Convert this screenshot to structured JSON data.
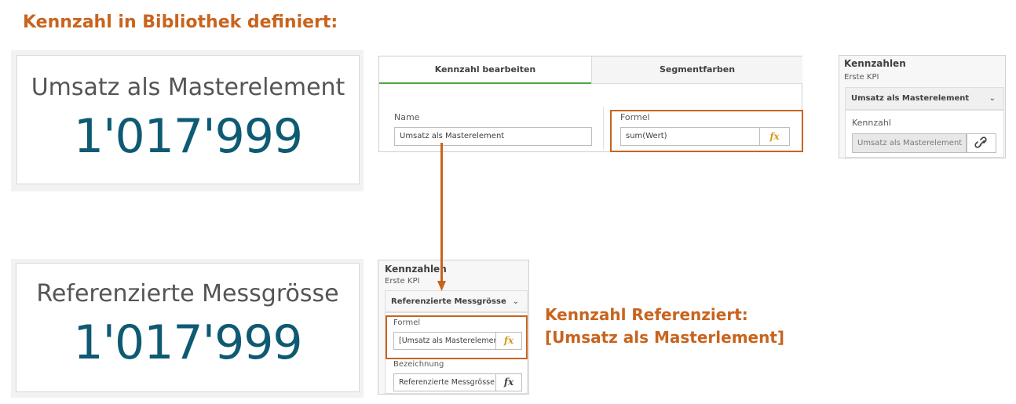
{
  "header": {
    "title": "Kennzahl in Bibliothek definiert:"
  },
  "kpi_master": {
    "title": "Umsatz als Masterelement",
    "value": "1'017'999"
  },
  "kpi_ref": {
    "title": "Referenzierte Messgrösse",
    "value": "1'017'999"
  },
  "editor": {
    "tabs": [
      {
        "label": "Kennzahl bearbeiten"
      },
      {
        "label": "Segmentfarben"
      }
    ],
    "name_label": "Name",
    "name_value": "Umsatz als Masterelement",
    "formula_label": "Formel",
    "formula_value": "sum(Wert)",
    "fx": "fx"
  },
  "props_master": {
    "title": "Kennzahlen",
    "subtitle": "Erste KPI",
    "item_label": "Umsatz als Masterelement",
    "kennzahl_label": "Kennzahl",
    "kennzahl_value": "Umsatz als Masterelement"
  },
  "props_ref": {
    "title": "Kennzahlen",
    "subtitle": "Erste KPI",
    "item_label": "Referenzierte Messgrösse",
    "formula_label": "Formel",
    "formula_value": "[Umsatz als Masterelement]",
    "bezeichnung_label": "Bezeichnung",
    "bezeichnung_value": "Referenzierte Messgrösse",
    "fx": "fx"
  },
  "annotation": {
    "line1": "Kennzahl Referenziert:",
    "line2": "[Umsatz als Masterlement]"
  },
  "colors": {
    "accent": "#c8641e",
    "kpi_value": "#0e5a73",
    "tab_active": "#52a549"
  }
}
